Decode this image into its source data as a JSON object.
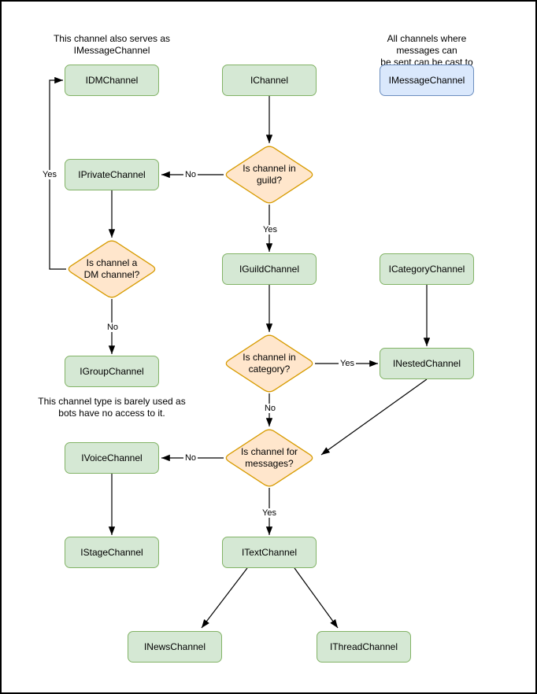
{
  "colors": {
    "channel_node_fill": "#d5e8d4",
    "channel_node_border": "#82b366",
    "decision_fill": "#ffe6cc",
    "decision_border": "#d79b00",
    "message_node_fill": "#dae8fc",
    "message_node_border": "#6c8ebf",
    "edge_color": "#000000",
    "text_color": "#000000"
  },
  "notes": [
    {
      "text": "This channel also serves as\nIMessageChannel"
    },
    {
      "text": "All channels where messages can\nbe sent can be cast to this type."
    },
    {
      "text": "This channel type is barely used as\nbots have no access to it."
    }
  ],
  "nodes": {
    "idm": "IDMChannel",
    "ichannel": "IChannel",
    "imessage": "IMessageChannel",
    "iprivate": "IPrivateChannel",
    "iguild": "IGuildChannel",
    "icategory": "ICategoryChannel",
    "igroup": "IGroupChannel",
    "inested": "INestedChannel",
    "ivoice": "IVoiceChannel",
    "itext": "ITextChannel",
    "istage": "IStageChannel",
    "inews": "INewsChannel",
    "ithread": "IThreadChannel"
  },
  "decisions": {
    "in_guild": "Is channel in\nguild?",
    "is_dm": "Is channel a\nDM channel?",
    "in_category": "Is channel in\ncategory?",
    "for_messages": "Is channel for\nmessages?"
  },
  "edge_labels": {
    "guild_no": "No",
    "guild_yes": "Yes",
    "dm_yes": "Yes",
    "dm_no": "No",
    "category_yes": "Yes",
    "category_no": "No",
    "messages_no": "No",
    "messages_yes": "Yes"
  }
}
